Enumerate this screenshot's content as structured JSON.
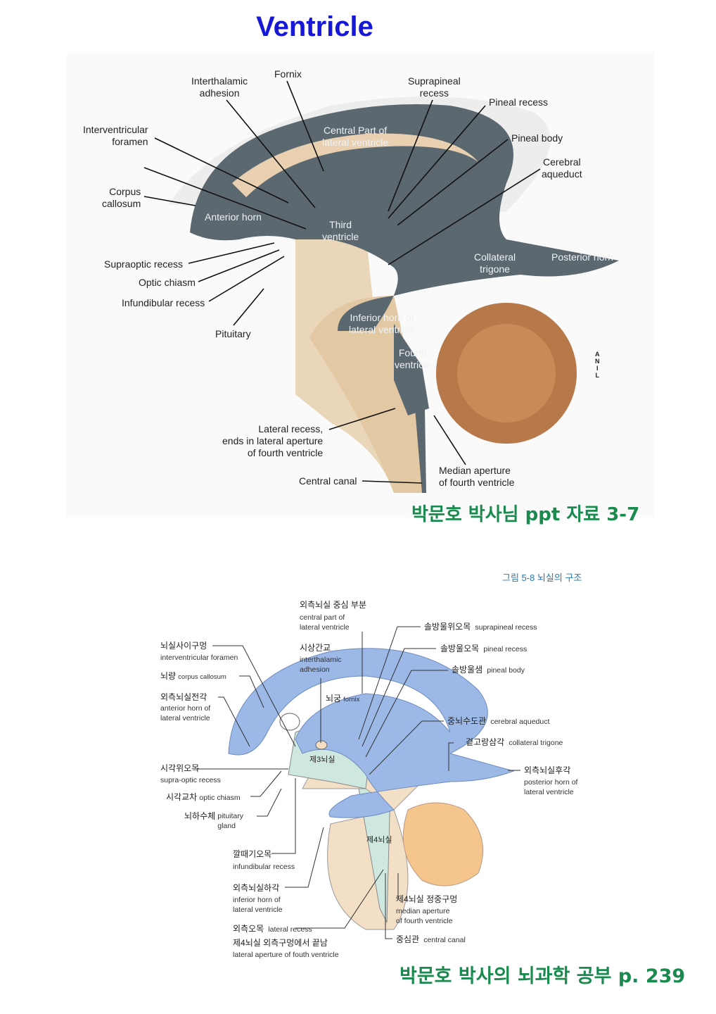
{
  "title": "Ventricle",
  "top_figure": {
    "labels": {
      "interthalamic_adhesion": "Interthalamic\nadhesion",
      "fornix": "Fornix",
      "suprapineal_recess": "Suprapineal\nrecess",
      "pineal_recess": "Pineal recess",
      "pineal_body": "Pineal body",
      "cerebral_aqueduct": "Cerebral\naqueduct",
      "interventricular_foramen": "Interventricular\nforamen",
      "corpus_callosum": "Corpus\ncallosum",
      "central_part": "Central Part of\nlateral ventricle",
      "anterior_horn": "Anterior horn",
      "third_ventricle": "Third\nventricle",
      "collateral_trigone": "Collateral\ntrigone",
      "posterior_horn": "Posterior horn",
      "supraoptic_recess": "Supraoptic recess",
      "optic_chiasm": "Optic chiasm",
      "infundibular_recess": "Infundibular recess",
      "pituitary": "Pituitary",
      "inferior_horn": "Inferior horn of\nlateral ventricle",
      "fourth_ventricle": "Fourth\nventricle",
      "orientation": "A\nN\nI\nL",
      "lateral_recess": "Lateral recess,\nends in lateral aperture\nof fourth ventricle",
      "central_canal": "Central canal",
      "median_aperture": "Median aperture\nof fourth ventricle"
    },
    "caption": "박문호 박사님 ppt 자료 3-7"
  },
  "bottom_figure": {
    "figure_title": "그림 5-8 뇌실의 구조",
    "labels": [
      {
        "ko": "외측뇌실 중심 부분",
        "en": "central part of\nlateral ventricle"
      },
      {
        "ko": "시상간교",
        "en": "interthalamic\nadhesion"
      },
      {
        "ko": "뇌실사이구멍",
        "en": "interventricular foramen"
      },
      {
        "ko": "뇌량",
        "en": "corpus callosum"
      },
      {
        "ko": "외측뇌실전각",
        "en": "anterior horn of\nlateral ventricle"
      },
      {
        "ko": "뇌궁",
        "en": "fornix"
      },
      {
        "ko": "솔방울위오목",
        "en": "suprapineal recess"
      },
      {
        "ko": "솔방울오목",
        "en": "pineal recess"
      },
      {
        "ko": "솔방울샘",
        "en": "pineal body"
      },
      {
        "ko": "중뇌수도관",
        "en": "cerebral aqueduct"
      },
      {
        "ko": "곁고랑삼각",
        "en": "collateral trigone"
      },
      {
        "ko": "외측뇌실후각",
        "en": "posterior horn of\nlateral ventricle"
      },
      {
        "ko": "시각위오목",
        "en": "supra-optic recess"
      },
      {
        "ko": "시각교차",
        "en": "optic chiasm"
      },
      {
        "ko": "뇌하수체",
        "en": "pituitary\ngland"
      },
      {
        "ko": "제3뇌실",
        "en": ""
      },
      {
        "ko": "제4뇌실",
        "en": ""
      },
      {
        "ko": "깔때기오목",
        "en": "infundibular recess"
      },
      {
        "ko": "외측뇌실하각",
        "en": "inferior horn of\nlateral ventricle"
      },
      {
        "ko": "외측오목",
        "en": "lateral recess"
      },
      {
        "ko": "제4뇌실 외측구멍에서 끝남",
        "en": "lateral aperture of fouth ventricle"
      },
      {
        "ko": "제4뇌실 정중구멍",
        "en": "median aperture\nof fourth ventricle"
      },
      {
        "ko": "중심관",
        "en": "central canal"
      }
    ],
    "caption": "박문호 박사의 뇌과학 공부 p. 239"
  },
  "colors": {
    "title": "#1717d6",
    "caption": "#1a8a4e",
    "ventricle_dark": "#5c6870",
    "ventricle_blue": "#9bb8e6",
    "tissue": "#f1dcc2",
    "cerebellum": "#b8794a"
  }
}
